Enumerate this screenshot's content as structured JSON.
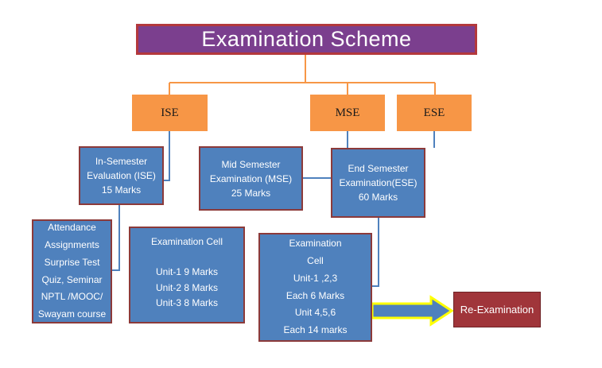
{
  "title": "Examination Scheme",
  "level1": {
    "ise": "ISE",
    "mse": "MSE",
    "ese": "ESE"
  },
  "ise_box": {
    "line1": "In-Semester",
    "line2": "Evaluation (ISE)",
    "marks": "15 Marks"
  },
  "mse_box": {
    "line1": "Mid Semester",
    "line2": "Examination (MSE)",
    "marks": "25 Marks"
  },
  "ese_box": {
    "line1": "End Semester",
    "line2": "Examination(ESE)",
    "marks": "60 Marks"
  },
  "ise_components": [
    "Attendance",
    "Assignments",
    "Surprise Test",
    "Quiz, Seminar",
    "NPTL /MOOC/",
    "Swayam course"
  ],
  "mse_cell": {
    "header": "Examination  Cell",
    "units": [
      "Unit-1  9 Marks",
      "Unit-2  8 Marks",
      "Unit-3  8 Marks"
    ]
  },
  "ese_cell": {
    "lines": [
      "Examination",
      "Cell",
      "Unit-1 ,2,3",
      "Each 6 Marks",
      "Unit 4,5,6",
      "Each 14 marks"
    ]
  },
  "reexam": "Re-Examination",
  "colors": {
    "title_fill": "#7b3f8e",
    "orange": "#f79646",
    "blue": "#4f81bd",
    "red": "#a0353a",
    "connector_orange": "#f79646",
    "connector_blue": "#4f81bd",
    "arrow_fill": "#4f81bd",
    "arrow_border": "#ffff00"
  }
}
